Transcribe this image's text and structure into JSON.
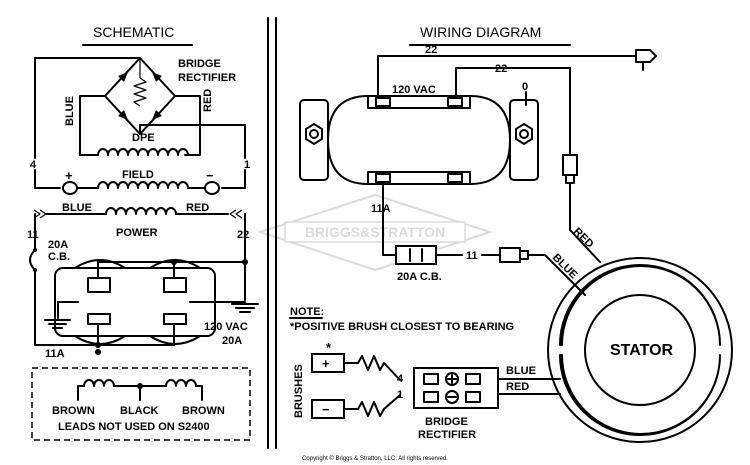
{
  "schematic": {
    "title": "SCHEMATIC",
    "bridge_label_1": "BRIDGE",
    "bridge_label_2": "RECTIFIER",
    "blue": "BLUE",
    "red": "RED",
    "dpe": "DPE",
    "field": "FIELD",
    "power": "POWER",
    "plus": "+",
    "minus": "−",
    "num_4": "4",
    "num_1": "1",
    "num_11": "11",
    "num_22": "22",
    "cb_amp": "20A",
    "cb": "C.B.",
    "num_11a": "11A",
    "vac": "120 VAC",
    "amp": "20A",
    "brown_left": "BROWN",
    "black": "BLACK",
    "brown_right": "BROWN",
    "leads_note": "LEADS NOT USED ON S2400"
  },
  "wiring": {
    "title": "WIRING DIAGRAM",
    "num_22_top": "22",
    "num_22_mid": "22",
    "vac": "120 VAC",
    "num_0": "0",
    "num_11a": "11A",
    "cb": "20A C.B.",
    "num_11": "11",
    "red": "RED",
    "blue": "BLUE",
    "stator": "STATOR",
    "note_title": "NOTE:",
    "note_text": "*POSITIVE BRUSH CLOSEST TO BEARING",
    "asterisk": "*",
    "brushes": "BRUSHES",
    "plus": "+",
    "minus": "−",
    "num_4": "4",
    "num_1": "1",
    "br_blue": "BLUE",
    "br_red": "RED",
    "bridge_1": "BRIDGE",
    "bridge_2": "RECTIFIER"
  },
  "watermark": "BRIGGS&STRATTON",
  "copyright": "Copyright © Briggs & Stratton, LLC. All rights reserved."
}
